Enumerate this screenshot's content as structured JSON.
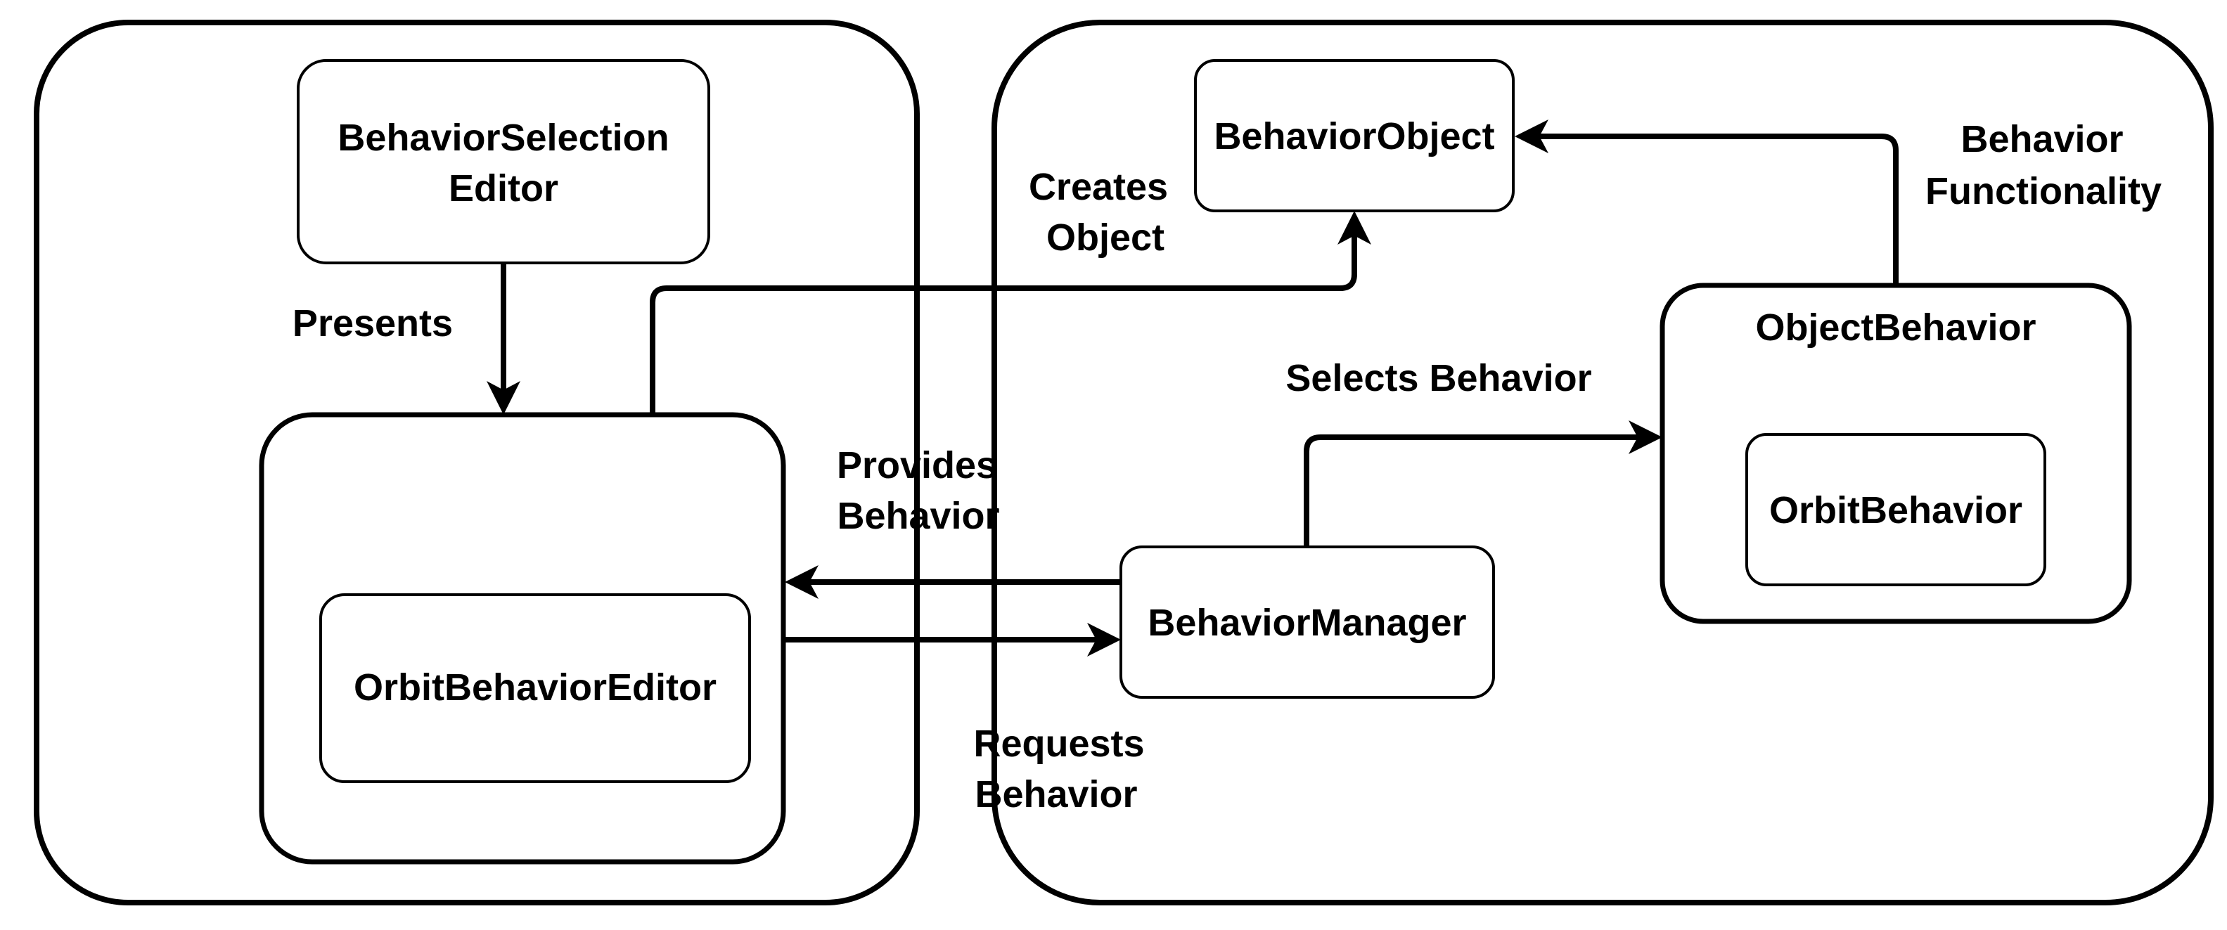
{
  "colors": {
    "stroke": "#000000",
    "background": "#ffffff",
    "text": "#000000"
  },
  "nodes": {
    "behavior_selection_editor": {
      "line1": "BehaviorSelection",
      "line2": "Editor"
    },
    "orbit_behavior_editor": {
      "label": "OrbitBehaviorEditor"
    },
    "behavior_object": {
      "label": "BehaviorObject"
    },
    "behavior_manager": {
      "label": "BehaviorManager"
    },
    "object_behavior": {
      "label": "ObjectBehavior"
    },
    "orbit_behavior": {
      "label": "OrbitBehavior"
    }
  },
  "edges": {
    "presents": {
      "label": "Presents"
    },
    "creates_object": {
      "line1": "Creates",
      "line2": "Object"
    },
    "provides_behavior": {
      "line1": "Provides",
      "line2": "Behavior"
    },
    "requests_behavior": {
      "line1": "Requests",
      "line2": "Behavior"
    },
    "selects_behavior": {
      "label": "Selects Behavior"
    },
    "behavior_functionality": {
      "line1": "Behavior",
      "line2": "Functionality"
    }
  }
}
